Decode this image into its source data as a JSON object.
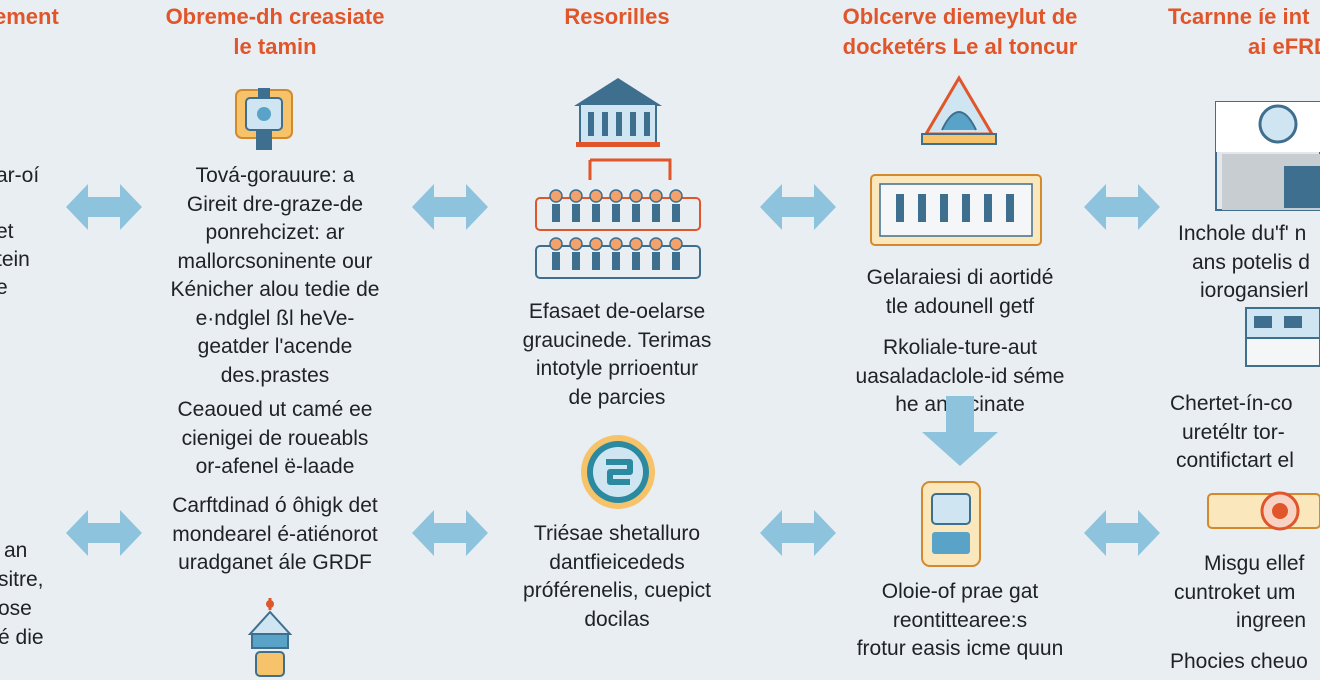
{
  "colors": {
    "title": "#e0562a",
    "arrow": "#8ec3dd",
    "text": "#202326",
    "background": "#e9eef2"
  },
  "columns": [
    {
      "title_lines": [
        "ement"
      ],
      "texts": [
        {
          "lines": [
            "ar-oí",
            ",",
            "et",
            "tein",
            "e"
          ]
        },
        {
          "lines": [
            "an",
            "sitre,",
            "ose",
            "é die"
          ]
        }
      ]
    },
    {
      "title_lines": [
        "Obreme-dh creasiate",
        "le tamin"
      ],
      "texts": [
        {
          "lines": [
            "Tová-gorauure: a",
            "Gireit dre-graze-de",
            "ponrehcizet: ar",
            "mallorcsoninente our",
            "Kénicher alou tedie de",
            "e·ndglel ßl heVe-",
            "geatder l'acende",
            "des.prastes"
          ]
        },
        {
          "lines": [
            "Ceaoued ut camé ee",
            "cienigei de roueabls",
            "or-afenel ë-laade"
          ]
        },
        {
          "lines": [
            "Carftdinad ó ôhigk det",
            "mondearel é-atiénorot",
            "uradganet ále GRDF"
          ]
        }
      ]
    },
    {
      "title_lines": [
        "Resorilles"
      ],
      "texts": [
        {
          "lines": [
            "Efasaet de-oelarse",
            "graucinede. Terimas",
            "intotyle prrioentur",
            "de parcies"
          ]
        },
        {
          "lines": [
            "Triésae shetalluro",
            "dantfieicededs",
            "próférenelis, cuepict",
            "docilas"
          ]
        }
      ]
    },
    {
      "title_lines": [
        "Oblcerve diemeylut de",
        "docketérs Le al toncur"
      ],
      "texts": [
        {
          "lines": [
            "Gelaraiesi di aortidé",
            "tle adounell getf"
          ]
        },
        {
          "lines": [
            "Rkoliale-ture-aut",
            "uasaladaclole-id séme",
            "he ancscinate"
          ]
        },
        {
          "lines": [
            "Oloie-of prae gat",
            "reontittearee:s",
            "frotur easis icme quun"
          ]
        }
      ]
    },
    {
      "title_lines": [
        "Tcarnne íe int",
        "ai eFRD"
      ],
      "texts": [
        {
          "lines": [
            "Inchole du'f' n",
            "ans potelis d",
            "iorogansierl"
          ]
        },
        {
          "lines": [
            "Chertet-ín-co",
            "uretéltr tor-",
            "contifictart el"
          ]
        },
        {
          "lines": [
            "Misgu ellef",
            "cuntroket um",
            "ingreen"
          ]
        },
        {
          "lines": [
            "Phocies cheuo"
          ]
        }
      ]
    }
  ]
}
